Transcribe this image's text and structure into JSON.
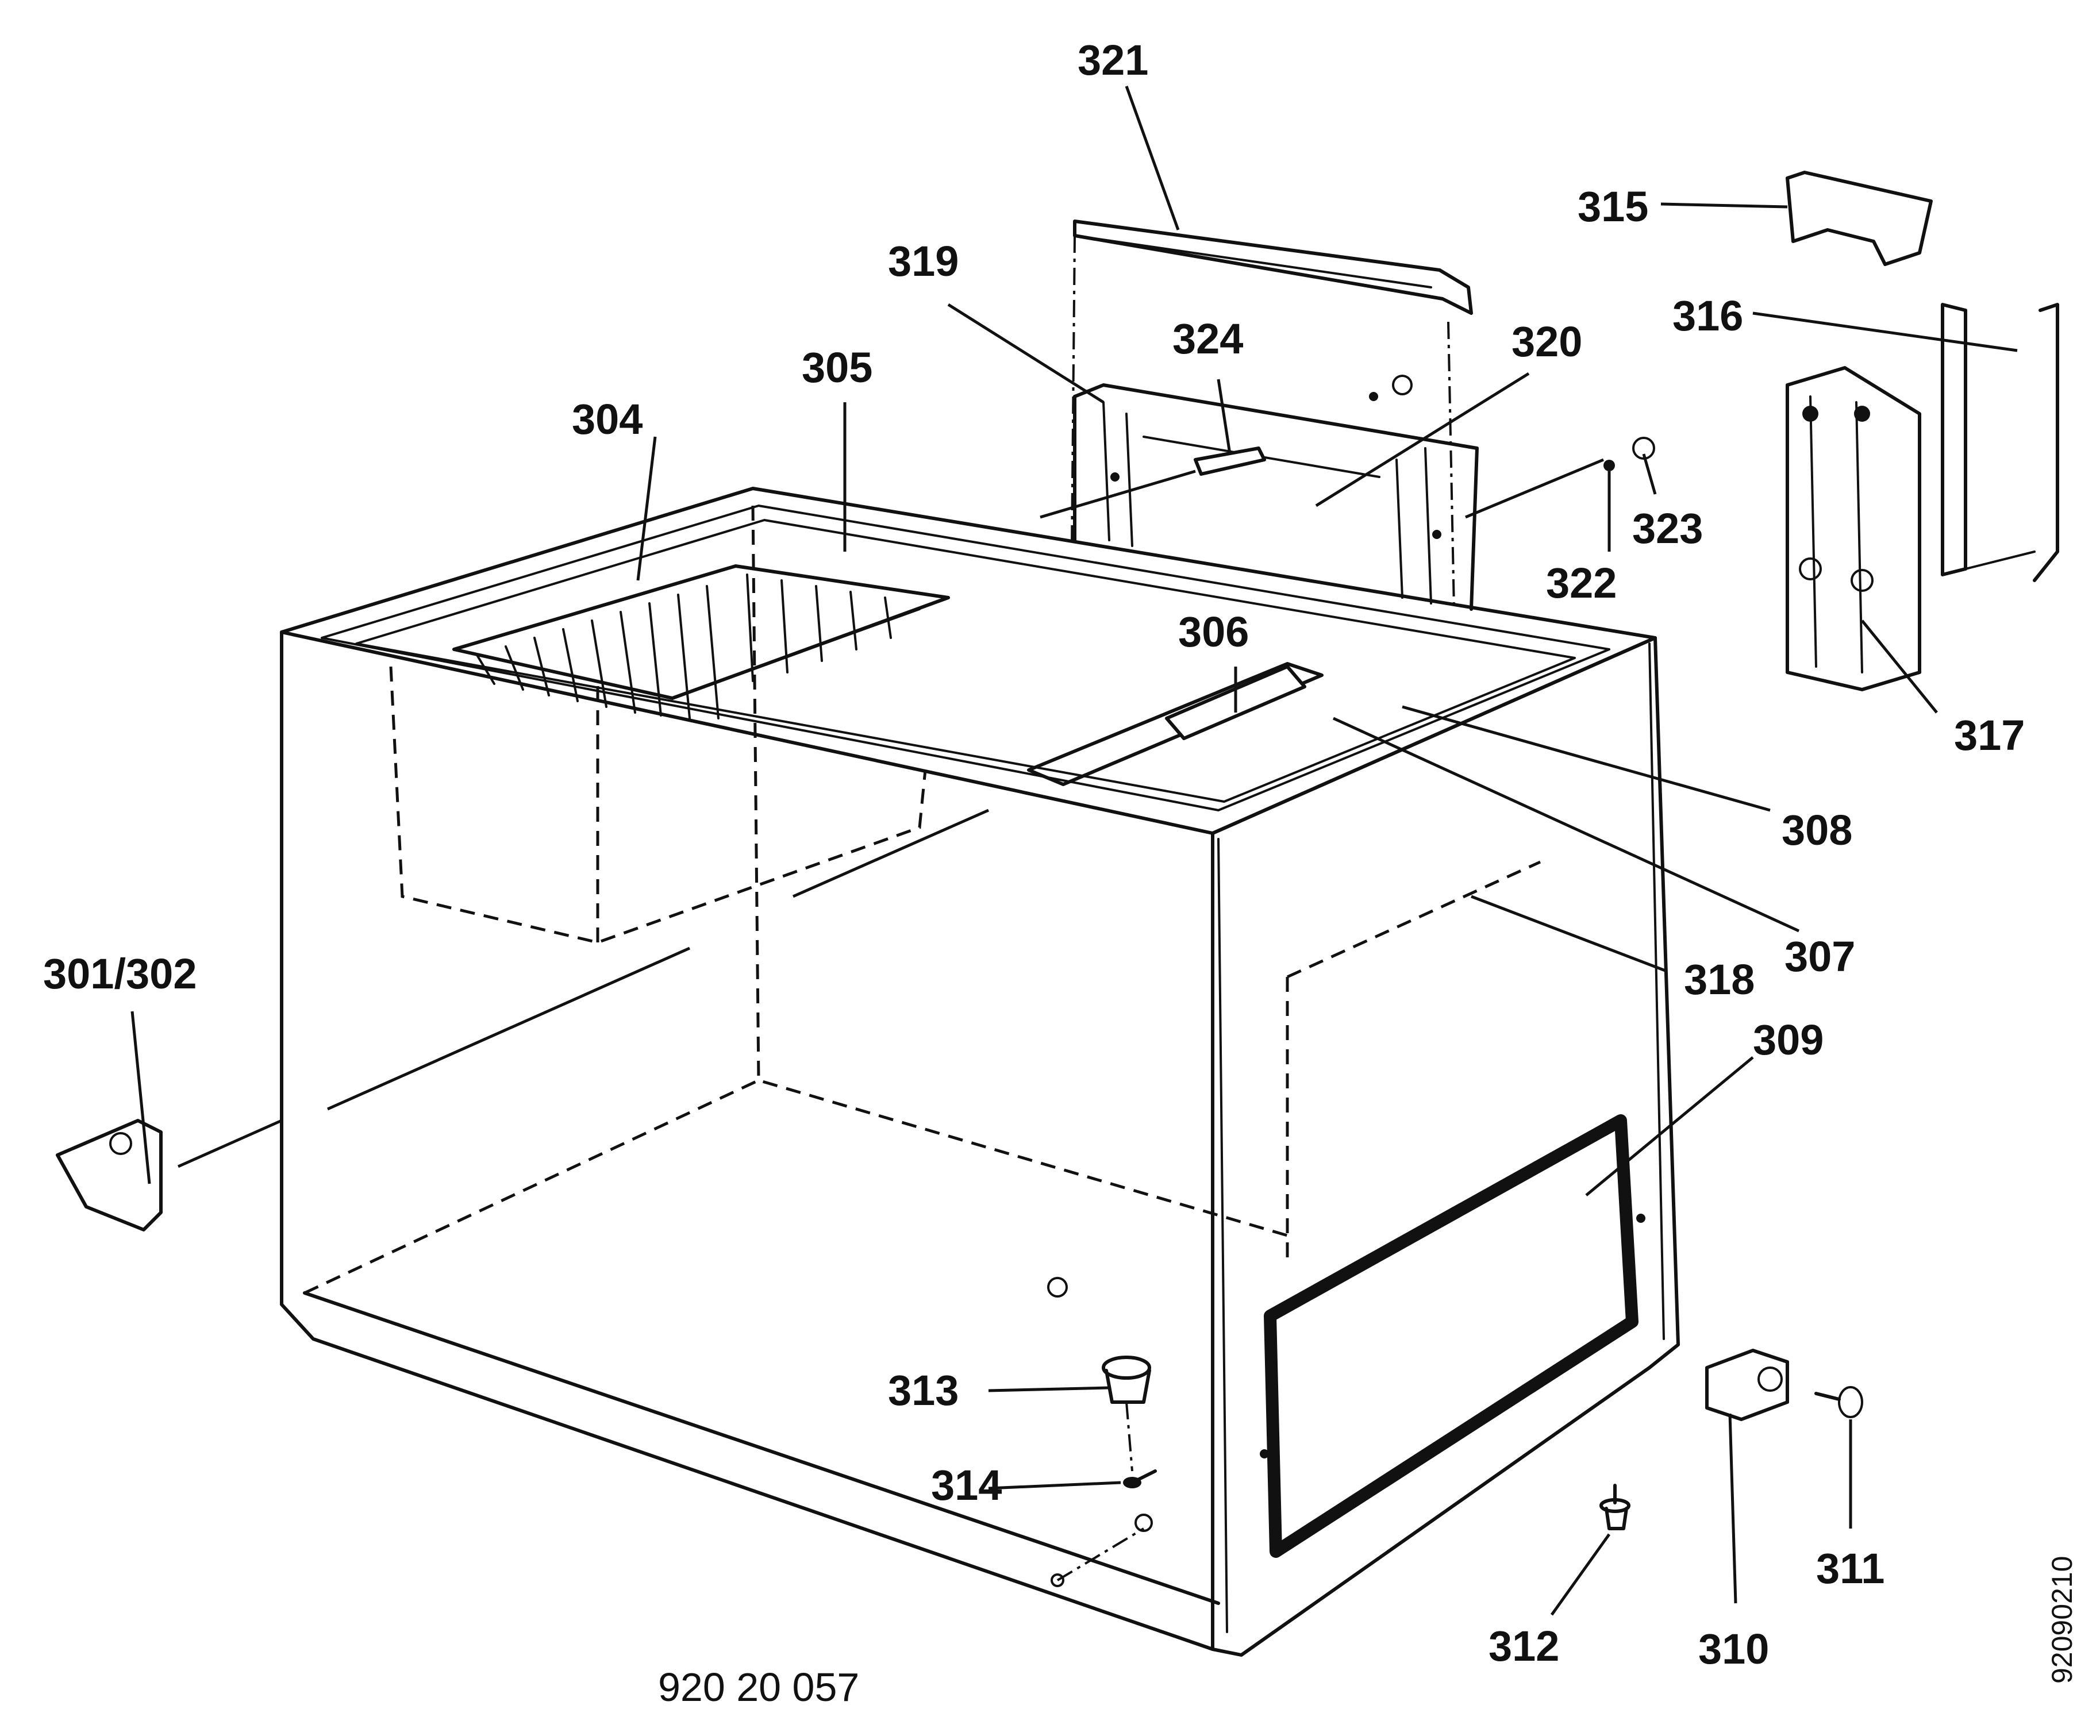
{
  "labels": {
    "p321": "321",
    "p315": "315",
    "p319": "319",
    "p324": "324",
    "p320": "320",
    "p316": "316",
    "p305": "305",
    "p304": "304",
    "p323": "323",
    "p322": "322",
    "p306": "306",
    "p317": "317",
    "p308": "308",
    "p307": "307",
    "p318": "318",
    "p301_302": "301/302",
    "p309": "309",
    "p313": "313",
    "p314": "314",
    "p311": "311",
    "p312": "312",
    "p310": "310"
  },
  "caption": "920 20 057",
  "side_code": "92090210"
}
